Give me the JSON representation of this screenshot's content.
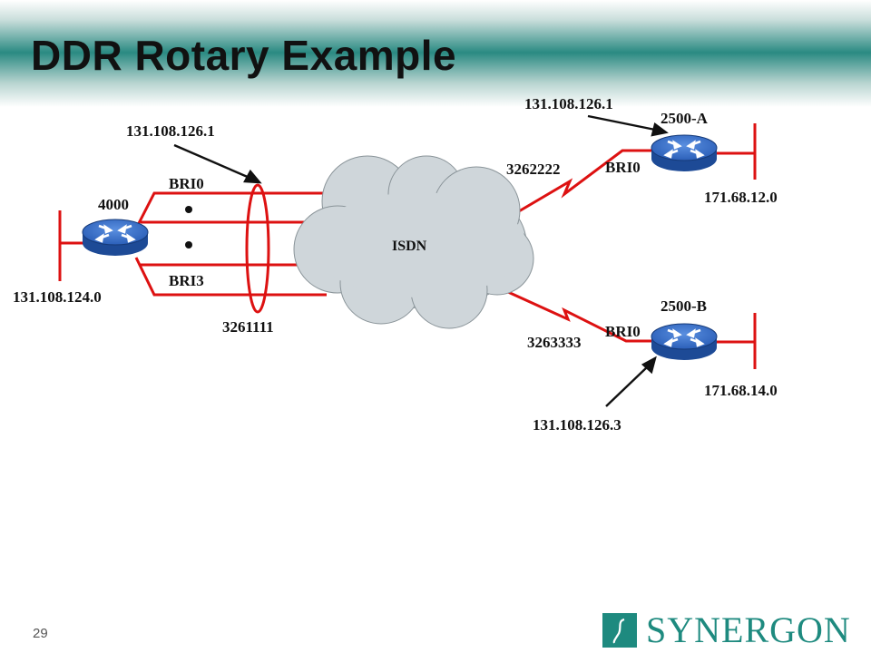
{
  "slide": {
    "title": "DDR Rotary Example",
    "page_number": "29"
  },
  "diagram": {
    "cloud_label": "ISDN",
    "router_4000": {
      "name": "4000",
      "network": "131.108.124.0",
      "bri_first": "BRI0",
      "bri_last": "BRI3",
      "ip": "131.108.126.1",
      "phone": "3261111"
    },
    "router_2500a": {
      "name": "2500-A",
      "network": "171.68.12.0",
      "bri": "BRI0",
      "ip": "131.108.126.1",
      "phone": "3262222"
    },
    "router_2500b": {
      "name": "2500-B",
      "network": "171.68.14.0",
      "bri": "BRI0",
      "ip": "131.108.126.3",
      "phone": "3263333"
    }
  },
  "colors": {
    "link": "#dd1111",
    "router": "#2b5fb8",
    "cloud": "#cfd6da",
    "brand": "#1e8a7f"
  },
  "logo": {
    "text": "SYNERGON"
  }
}
